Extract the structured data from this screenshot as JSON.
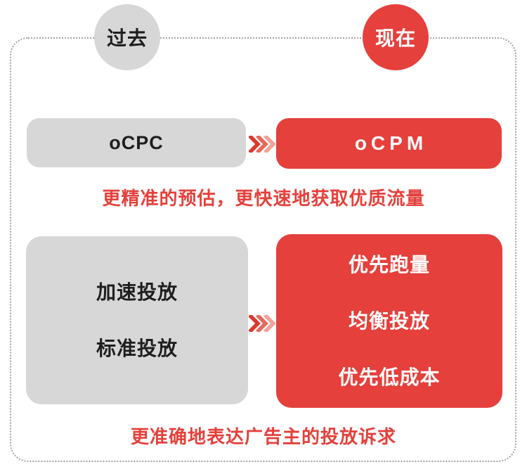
{
  "colors": {
    "red": "#E5403C",
    "gray": "#D7D7D7",
    "dark": "#1E1E1E",
    "white": "#FFFFFF",
    "border_dots": "#A3A3A3",
    "chevron": [
      "#DB382F",
      "#E56A5B",
      "#F0A396"
    ]
  },
  "timeline": {
    "past_label": "过去",
    "now_label": "现在"
  },
  "comparison_bidding": {
    "past_mode": "oCPC",
    "now_mode": "oCPM",
    "caption": "更精准的预估，更快速地获取优质流量"
  },
  "comparison_delivery": {
    "past_modes": [
      "加速投放",
      "标准投放"
    ],
    "now_modes": [
      "优先跑量",
      "均衡投放",
      "优先低成本"
    ],
    "caption": "更准确地表达广告主的投放诉求"
  }
}
